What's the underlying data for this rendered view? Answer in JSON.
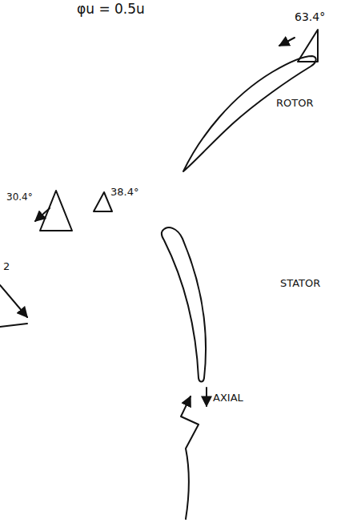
{
  "diagram": {
    "labels": [
      "φu = 0.5u",
      "63.4°",
      "ROTOR",
      "30.4°",
      "38.4°",
      "STATOR",
      "AXIAL",
      "2"
    ]
  }
}
